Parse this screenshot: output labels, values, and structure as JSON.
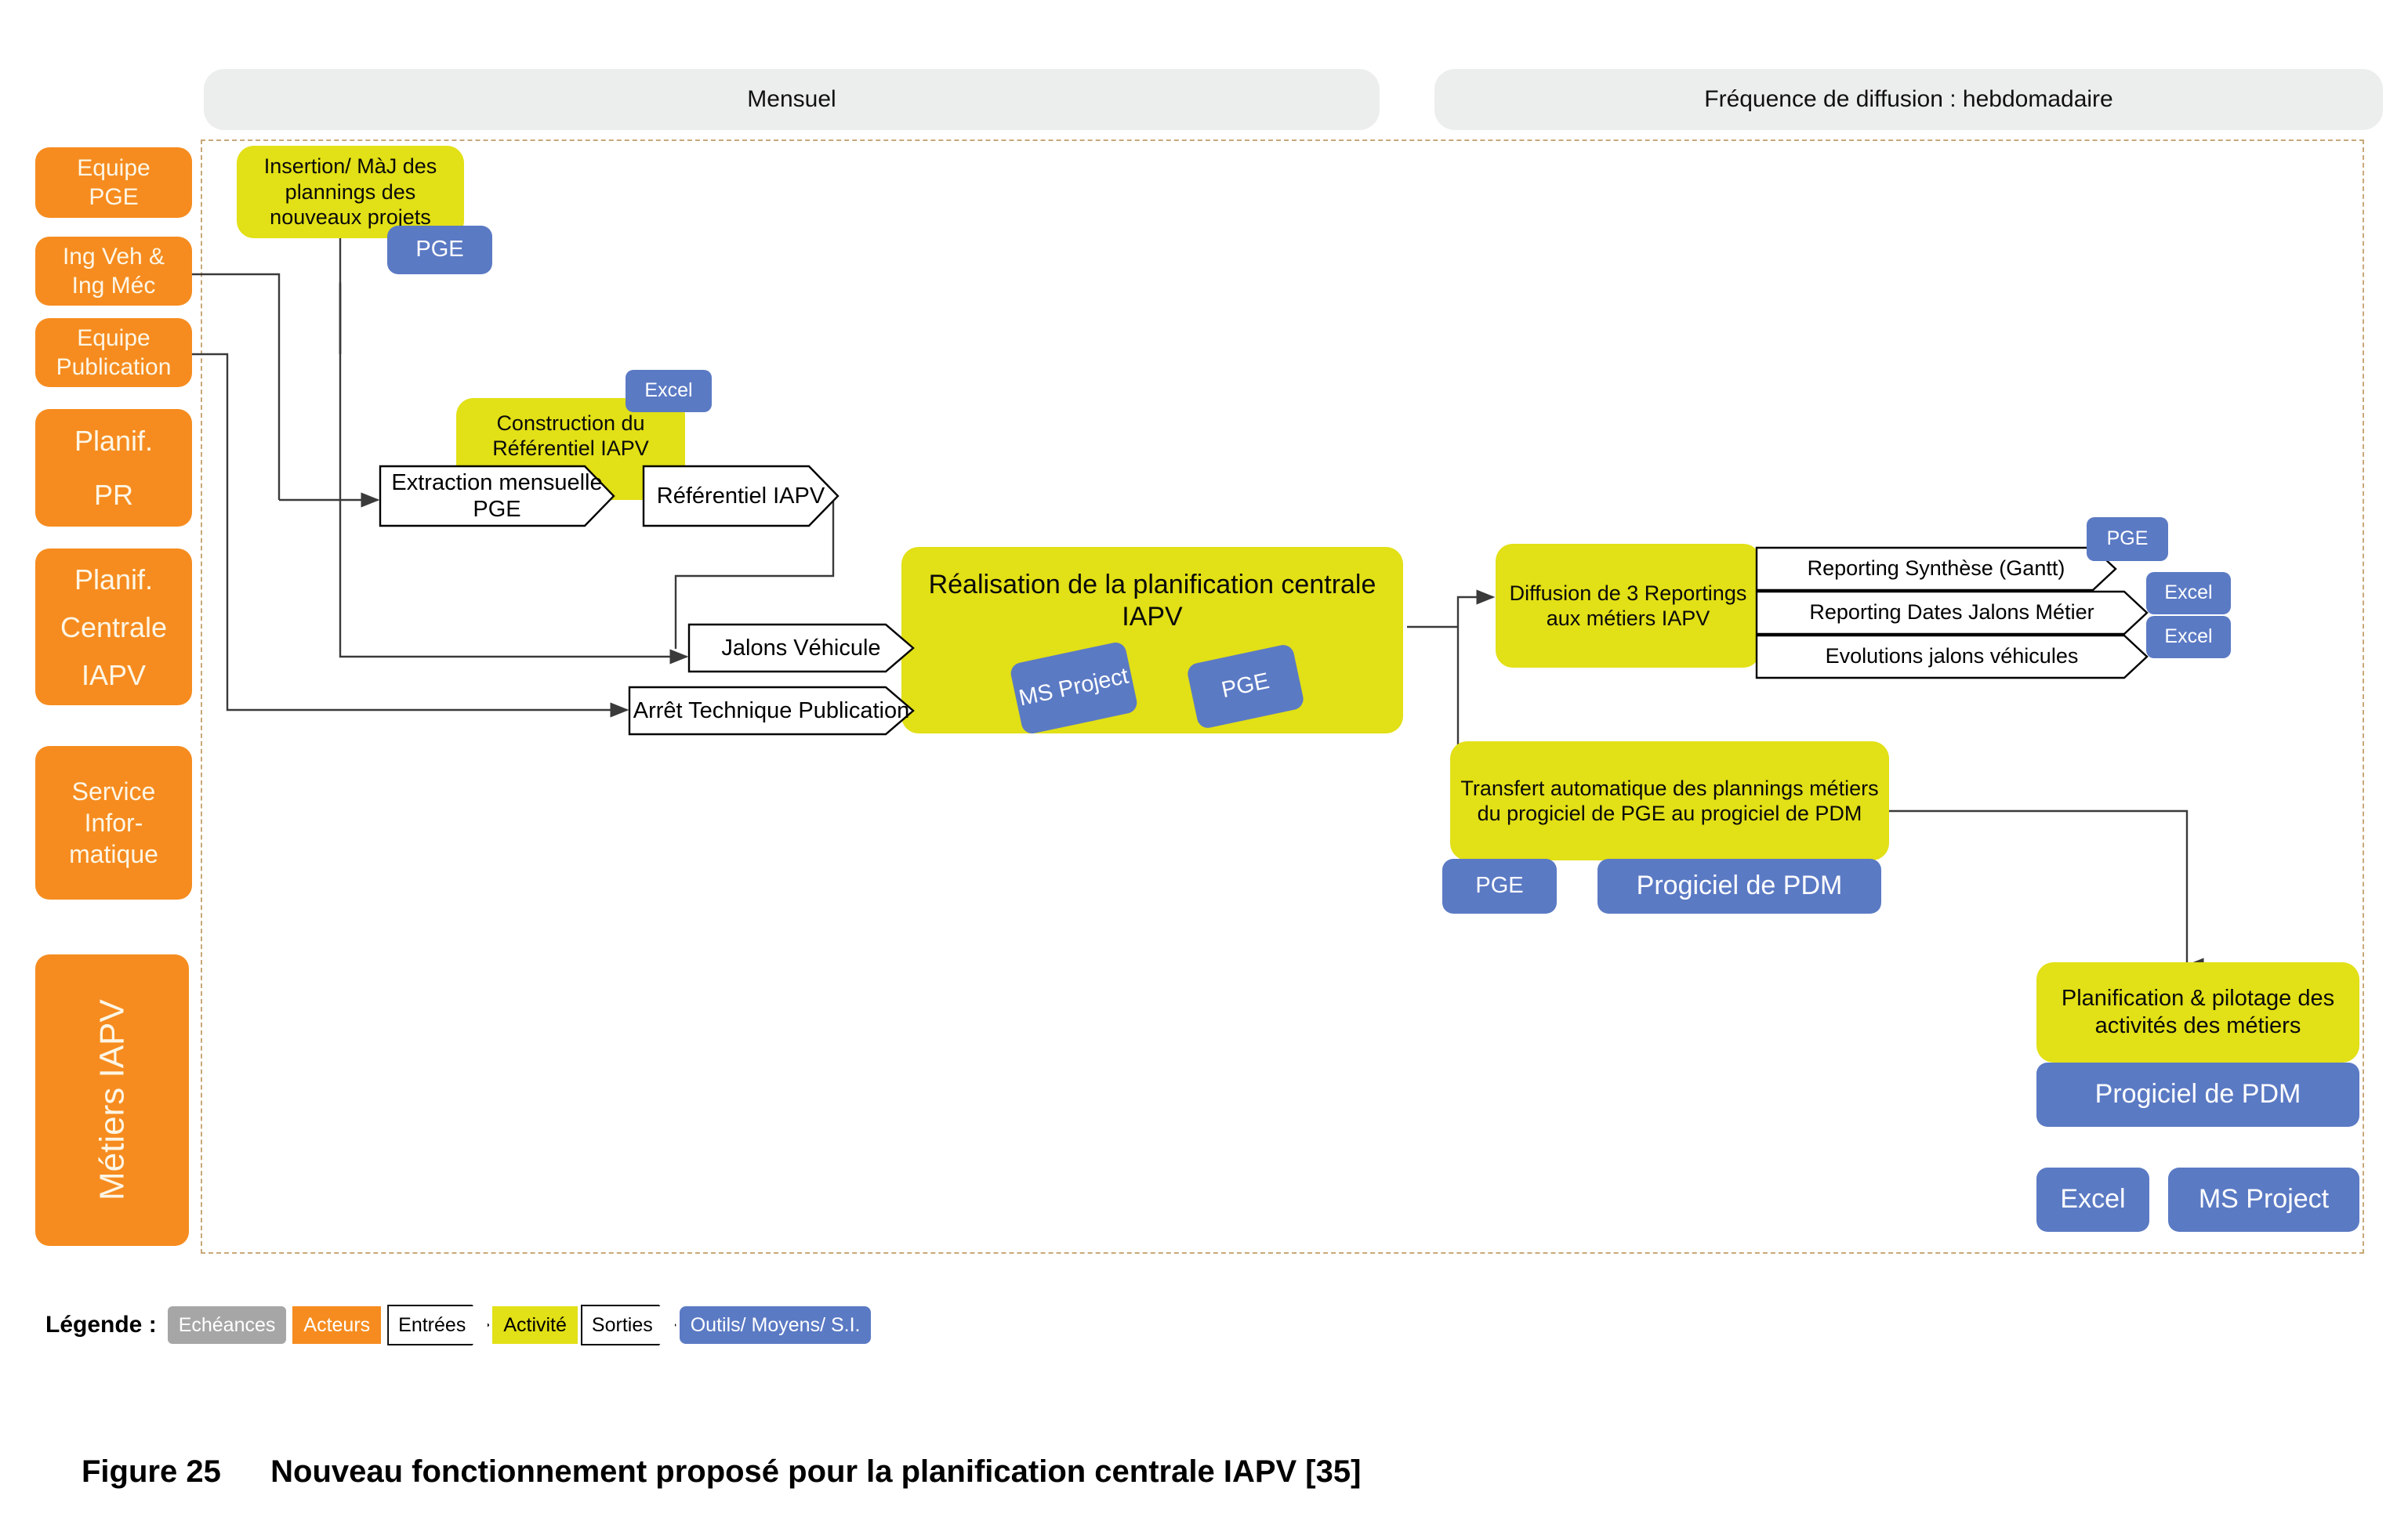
{
  "banners": {
    "left": "Mensuel",
    "right": "Fréquence de diffusion : hebdomadaire"
  },
  "actors": [
    {
      "line1": "Equipe",
      "line2": "PGE"
    },
    {
      "line1": "Ing Veh &",
      "line2": "Ing Méc"
    },
    {
      "line1": "Equipe",
      "line2": "Publication"
    },
    {
      "line1": "Planif.",
      "line2": "PR"
    },
    {
      "line1": "Planif.",
      "line2": "Centrale",
      "line3": "IAPV"
    },
    {
      "line1": "Service",
      "line2": "Infor-",
      "line3": "matique"
    },
    {
      "line1": "Métiers IAPV"
    }
  ],
  "activities": {
    "insertion": "Insertion/ MàJ des plannings des nouveaux projets",
    "construction": "Construction du Référentiel IAPV",
    "realisation": "Réalisation de la planification centrale IAPV",
    "diffusion": "Diffusion de 3 Reportings aux métiers IAPV",
    "transfert": "Transfert automatique des plannings métiers du progiciel de PGE au progiciel de PDM",
    "pilotage": "Planification & pilotage des activités des métiers"
  },
  "flows": {
    "extraction": "Extraction mensuelle PGE",
    "referentiel": "Référentiel IAPV",
    "jalons_vehicule": "Jalons Véhicule",
    "arret_technique": "Arrêt Technique Publication",
    "reporting_synthese": "Reporting Synthèse (Gantt)",
    "reporting_dates": "Reporting Dates Jalons Métier",
    "evolutions_jalons": "Evolutions jalons véhicules"
  },
  "tools": {
    "pge_top": "PGE",
    "excel_construction": "Excel",
    "ms_project_central": "MS Project",
    "pge_central": "PGE",
    "pge_reporting": "PGE",
    "excel_reporting_1": "Excel",
    "excel_reporting_2": "Excel",
    "pge_transfert": "PGE",
    "pdm_transfert": "Progiciel de PDM",
    "pdm_pilotage": "Progiciel de PDM",
    "excel_pilotage": "Excel",
    "msproject_pilotage": "MS Project"
  },
  "legend": {
    "title": "Légende :",
    "items": [
      {
        "label": "Echéances",
        "kind": "gray"
      },
      {
        "label": "Acteurs",
        "kind": "orange"
      },
      {
        "label": "Entrées",
        "kind": "chevron"
      },
      {
        "label": "Activité",
        "kind": "yellow"
      },
      {
        "label": "Sorties",
        "kind": "chevron"
      },
      {
        "label": "Outils/ Moyens/ S.I.",
        "kind": "blue"
      }
    ]
  },
  "caption": {
    "number": "Figure 25",
    "text": "Nouveau fonctionnement proposé pour la planification centrale IAPV [35]"
  },
  "colors": {
    "actor": "#f68c1f",
    "activity": "#e2e016",
    "tool": "#5b7ac4",
    "banner": "#eceded",
    "dashed_border": "#c8a878",
    "legend_gray": "#a6a6a6"
  }
}
